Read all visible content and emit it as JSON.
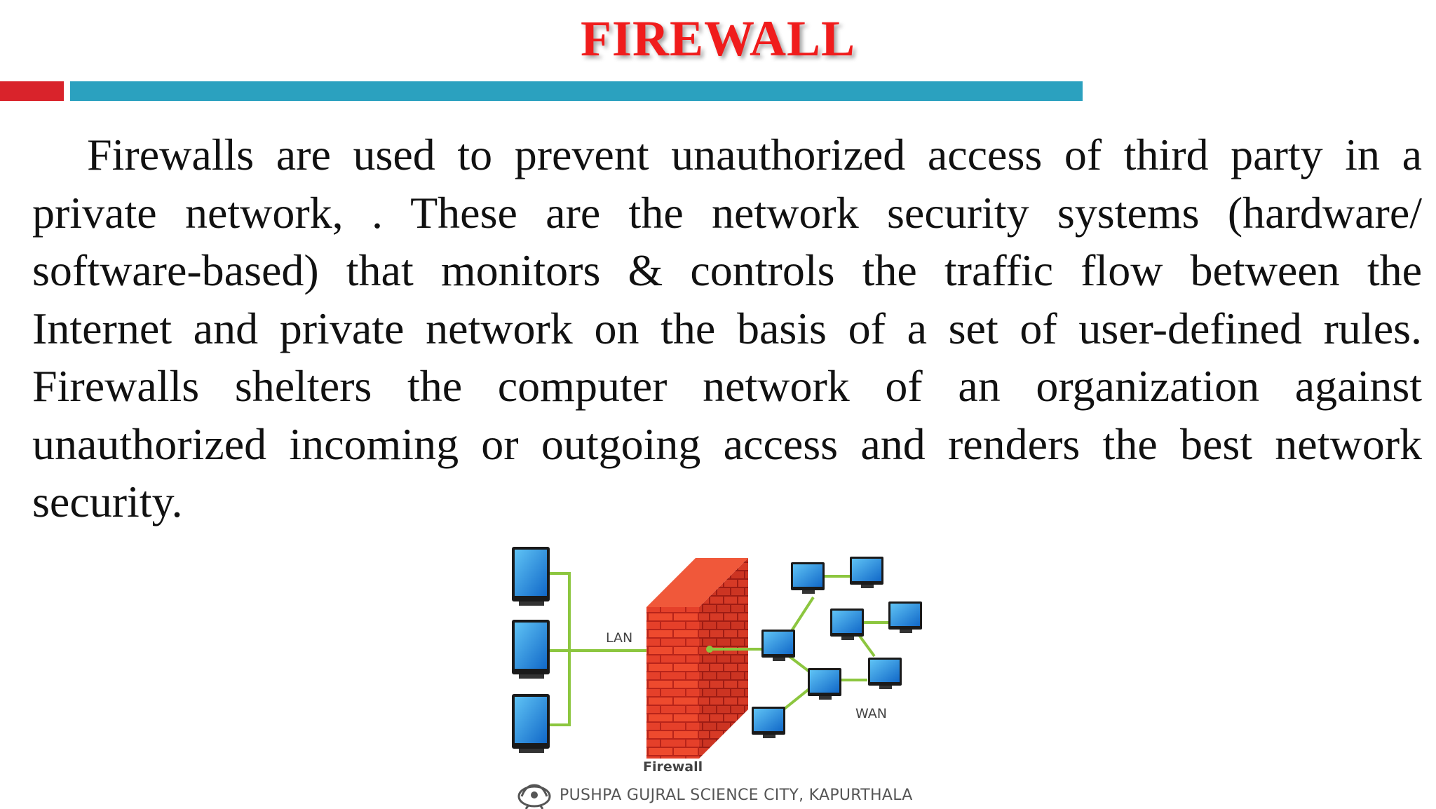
{
  "slide": {
    "title": "FIREWALL",
    "body": "Firewalls are used to prevent unauthorized access of third party in a private network, . These are the network security systems (hardware/ software-based) that monitors & controls the traffic flow between the Internet and private network on the basis of a set of user-defined rules. Firewalls shelters the computer network of an organization against unauthorized incoming or outgoing access and renders the best network security."
  },
  "diagram": {
    "lan_label": "LAN",
    "wan_label": "WAN",
    "firewall_label": "Firewall"
  },
  "footer": {
    "institution": "PUSHPA GUJRAL SCIENCE CITY, KAPURTHALA"
  },
  "colors": {
    "title": "#f01c1c",
    "accent_red": "#d9232b",
    "accent_blue": "#2ba1bf",
    "link_green": "#8cc63f",
    "brick": "#e8412c"
  }
}
